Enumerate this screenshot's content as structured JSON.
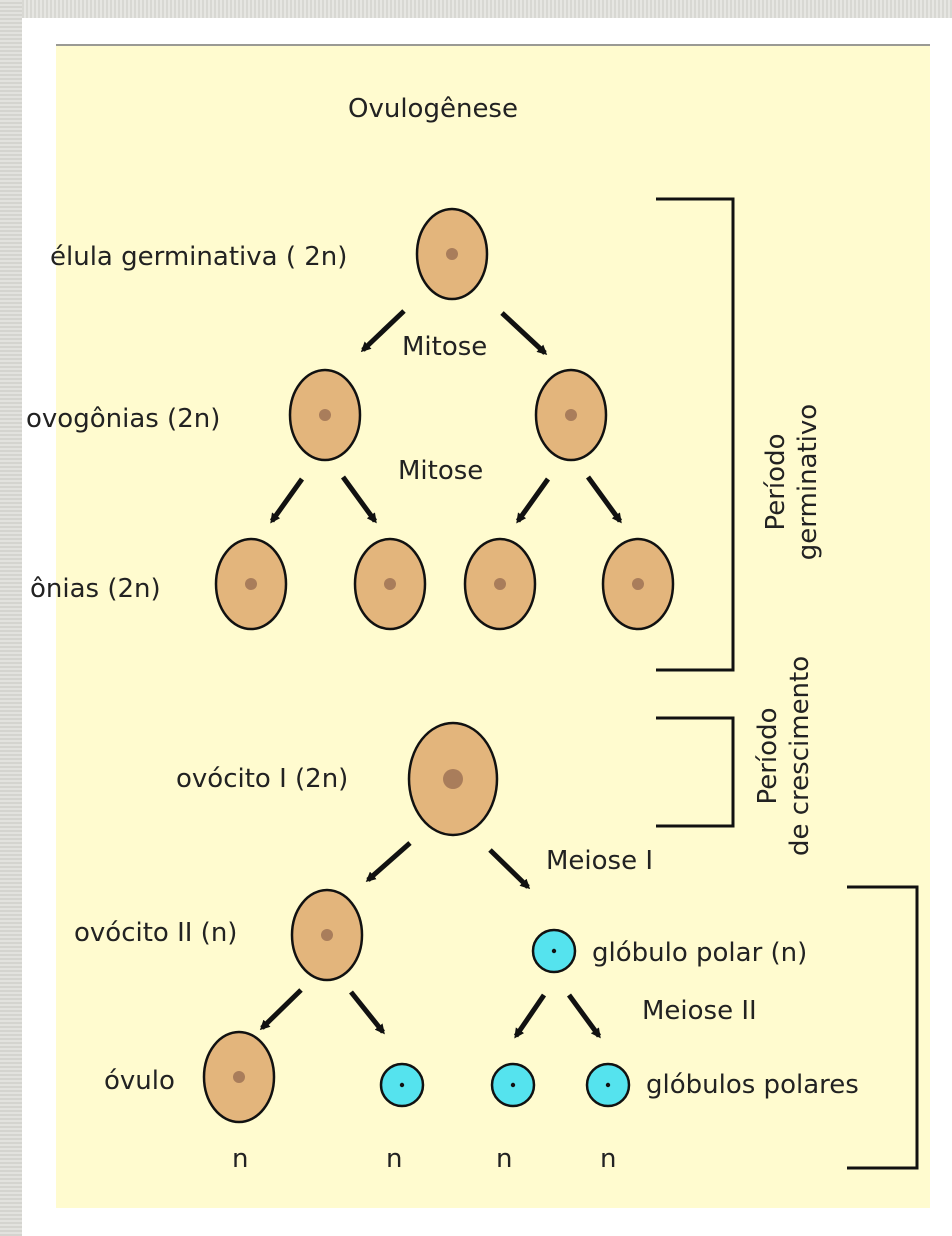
{
  "diagram": {
    "title": "Ovulogênese",
    "cell_labels": {
      "germ_cell": "élula germinativa ( 2n)",
      "oogonia_1": "ovogônias (2n)",
      "oogonia_2": "ônias (2n)",
      "oocyte_1": "ovócito I (2n)",
      "oocyte_2": "ovócito II (n)",
      "ovum": "óvulo",
      "polar_body": "glóbulo polar (n)",
      "polar_bodies": "glóbulos polares"
    },
    "process_labels": {
      "mitosis_1": "Mitose",
      "mitosis_2": "Mitose",
      "meiosis_1": "Meiose I",
      "meiosis_2": "Meiose II"
    },
    "ploidy_labels": [
      "n",
      "n",
      "n",
      "n"
    ],
    "period_labels": {
      "germinative_line1": "Período",
      "germinative_line2": "germinativo",
      "growth_line1": "Período",
      "growth_line2": "de crescimento"
    },
    "colors": {
      "background": "#fffbcf",
      "cell_fill": "#e3b57c",
      "nucleus_fill": "#a97d5b",
      "polar_body_fill": "#55e3ee",
      "outline": "#111111"
    }
  }
}
